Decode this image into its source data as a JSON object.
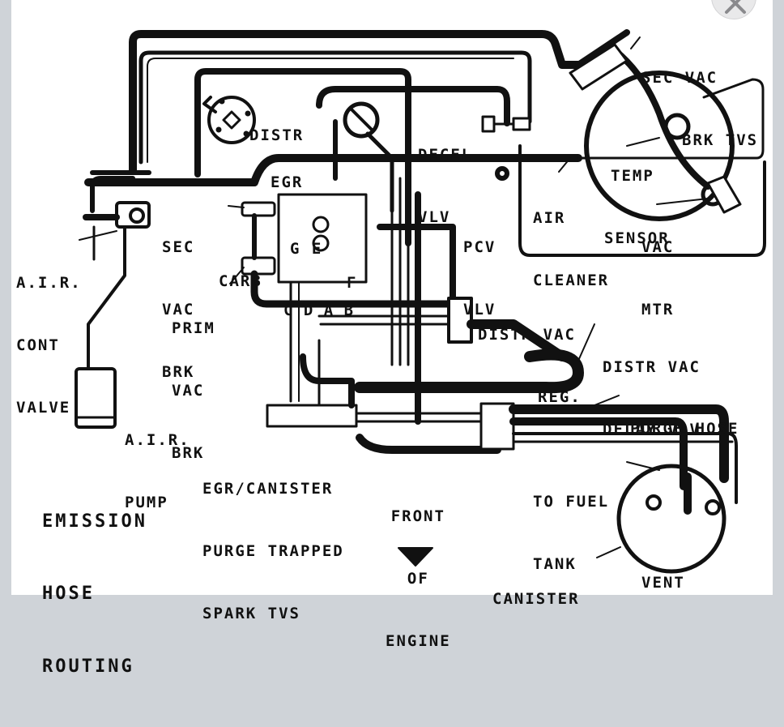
{
  "diagram": {
    "title_lines": [
      "EMISSION",
      "HOSE",
      "ROUTING"
    ],
    "labels": {
      "sec_vac_brk_tvs": [
        "SEC VAC",
        "BRK TVS"
      ],
      "distr": "DISTR",
      "decel_vlv": [
        "DECEL",
        "VLV"
      ],
      "egr": "EGR",
      "temp_sensor": [
        "TEMP",
        "SENSOR"
      ],
      "air_cleaner": [
        "AIR",
        "CLEANER"
      ],
      "vac_mtr": [
        "VAC",
        "MTR"
      ],
      "pcv_vlv": [
        "PCV",
        "VLV"
      ],
      "sec_vac_brk": [
        "SEC",
        "VAC",
        "BRK"
      ],
      "carb": "CARB",
      "carb_ports_top": "G E",
      "carb_port_f": "F",
      "carb_ports_bottom": "C D A B",
      "air_cont_valve": [
        "A.I.R.",
        "CONT",
        "VALVE"
      ],
      "prim_vac_brk": [
        "PRIM",
        "VAC",
        "BRK"
      ],
      "distr_vac_reg": [
        "DISTR VAC",
        "REG."
      ],
      "distr_vac_delay_vlv": [
        "DISTR VAC",
        "DELAY VLV"
      ],
      "purge_hose": "PURGE HOSE",
      "air_pump": [
        "A.I.R.",
        "PUMP"
      ],
      "egr_canister_tvs": [
        "EGR/CANISTER",
        "PURGE TRAPPED",
        "SPARK TVS"
      ],
      "front_of_engine": [
        "FRONT",
        "OF",
        "ENGINE"
      ],
      "to_fuel_tank": [
        "TO FUEL",
        "TANK"
      ],
      "vent": "VENT",
      "canister": "CANISTER"
    }
  },
  "colors": {
    "line": "#111111",
    "background": "#ffffff",
    "frame": "#cfd3d8"
  }
}
